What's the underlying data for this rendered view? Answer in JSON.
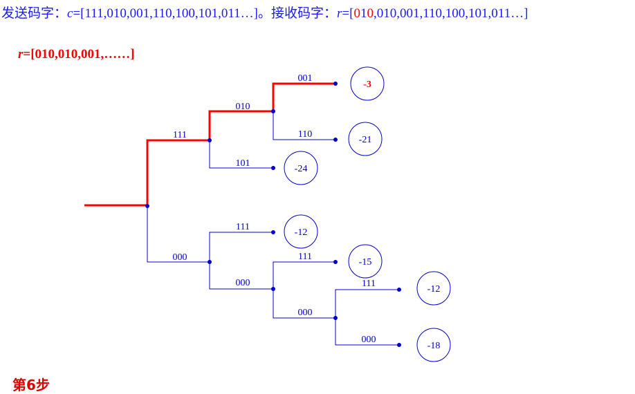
{
  "header": {
    "sent_label": "发送码字：",
    "sent_var": "c",
    "sent_value": "=[111,010,001,110,100,101,011…]。",
    "recv_label": "接收码字：",
    "recv_var": "r",
    "recv_eq": "=[",
    "recv_error_bit_1": "0",
    "recv_ok_bit": "1",
    "recv_error_bit_2": "0",
    "recv_rest": ",010,001,110,100,101,011…]"
  },
  "received_prefix": {
    "var": "r",
    "value": "=[010,010,001,……]"
  },
  "step_label": "第6步",
  "colors": {
    "tree_line": "#0000cc",
    "active_path": "#ff0000",
    "text_blue": "#1a1aff",
    "highlight": "#ff0000"
  },
  "tree": {
    "branch_labels": [
      {
        "id": "b-111-l1",
        "text": "111"
      },
      {
        "id": "b-000-l1",
        "text": "000"
      },
      {
        "id": "b-010-l2",
        "text": "010"
      },
      {
        "id": "b-101-l2",
        "text": "101"
      },
      {
        "id": "b-111-l2",
        "text": "111"
      },
      {
        "id": "b-000-l2",
        "text": "000"
      },
      {
        "id": "b-001-l3",
        "text": "001"
      },
      {
        "id": "b-110-l3",
        "text": "110"
      },
      {
        "id": "b-111-l3",
        "text": "111"
      },
      {
        "id": "b-000-l3",
        "text": "000"
      },
      {
        "id": "b-111-l4",
        "text": "111"
      },
      {
        "id": "b-000-l4",
        "text": "000"
      }
    ],
    "metrics": [
      {
        "id": "m1",
        "value": "-3",
        "highlighted": true
      },
      {
        "id": "m2",
        "value": "-21",
        "highlighted": false
      },
      {
        "id": "m3",
        "value": "-24",
        "highlighted": false
      },
      {
        "id": "m4",
        "value": "-12",
        "highlighted": false
      },
      {
        "id": "m5",
        "value": "-15",
        "highlighted": false
      },
      {
        "id": "m6",
        "value": "-12",
        "highlighted": false
      },
      {
        "id": "m7",
        "value": "-18",
        "highlighted": false
      }
    ]
  }
}
